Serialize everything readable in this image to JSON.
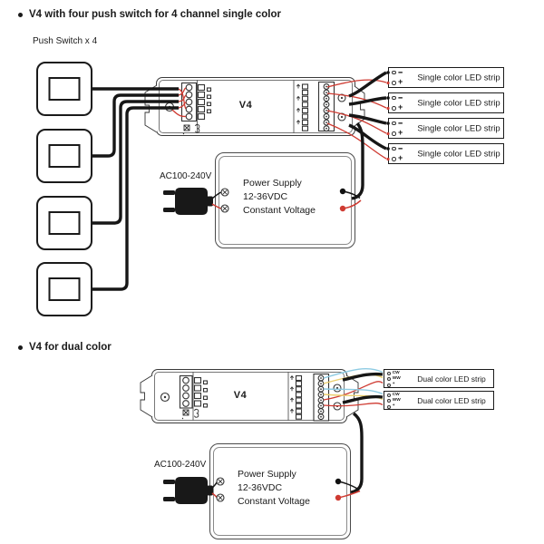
{
  "colors": {
    "wire_red": "#cf3b32",
    "wire_yellow": "#ecd06f",
    "wire_blue": "#8ecbe3",
    "outline": "#333333",
    "wire_black": "#161616"
  },
  "section_single": {
    "title": "V4 with four push switch for 4 channel single color",
    "push_switch_label": "Push Switch x 4",
    "device_label": "V4",
    "strip_label": "Single color LED strip",
    "strip_neg": "−",
    "strip_pos": "+",
    "ac_label": "AC100-240V",
    "ps_line1": "Power Supply",
    "ps_line2": "12-36VDC",
    "ps_line3": "Constant Voltage"
  },
  "section_dual": {
    "title": "V4 for dual color",
    "device_label": "V4",
    "strip_label": "Dual color LED strip",
    "term_cw": "CW",
    "term_ww": "WW",
    "term_plus": "+",
    "ac_label": "AC100-240V",
    "ps_line1": "Power Supply",
    "ps_line2": "12-36VDC",
    "ps_line3": "Constant Voltage"
  }
}
